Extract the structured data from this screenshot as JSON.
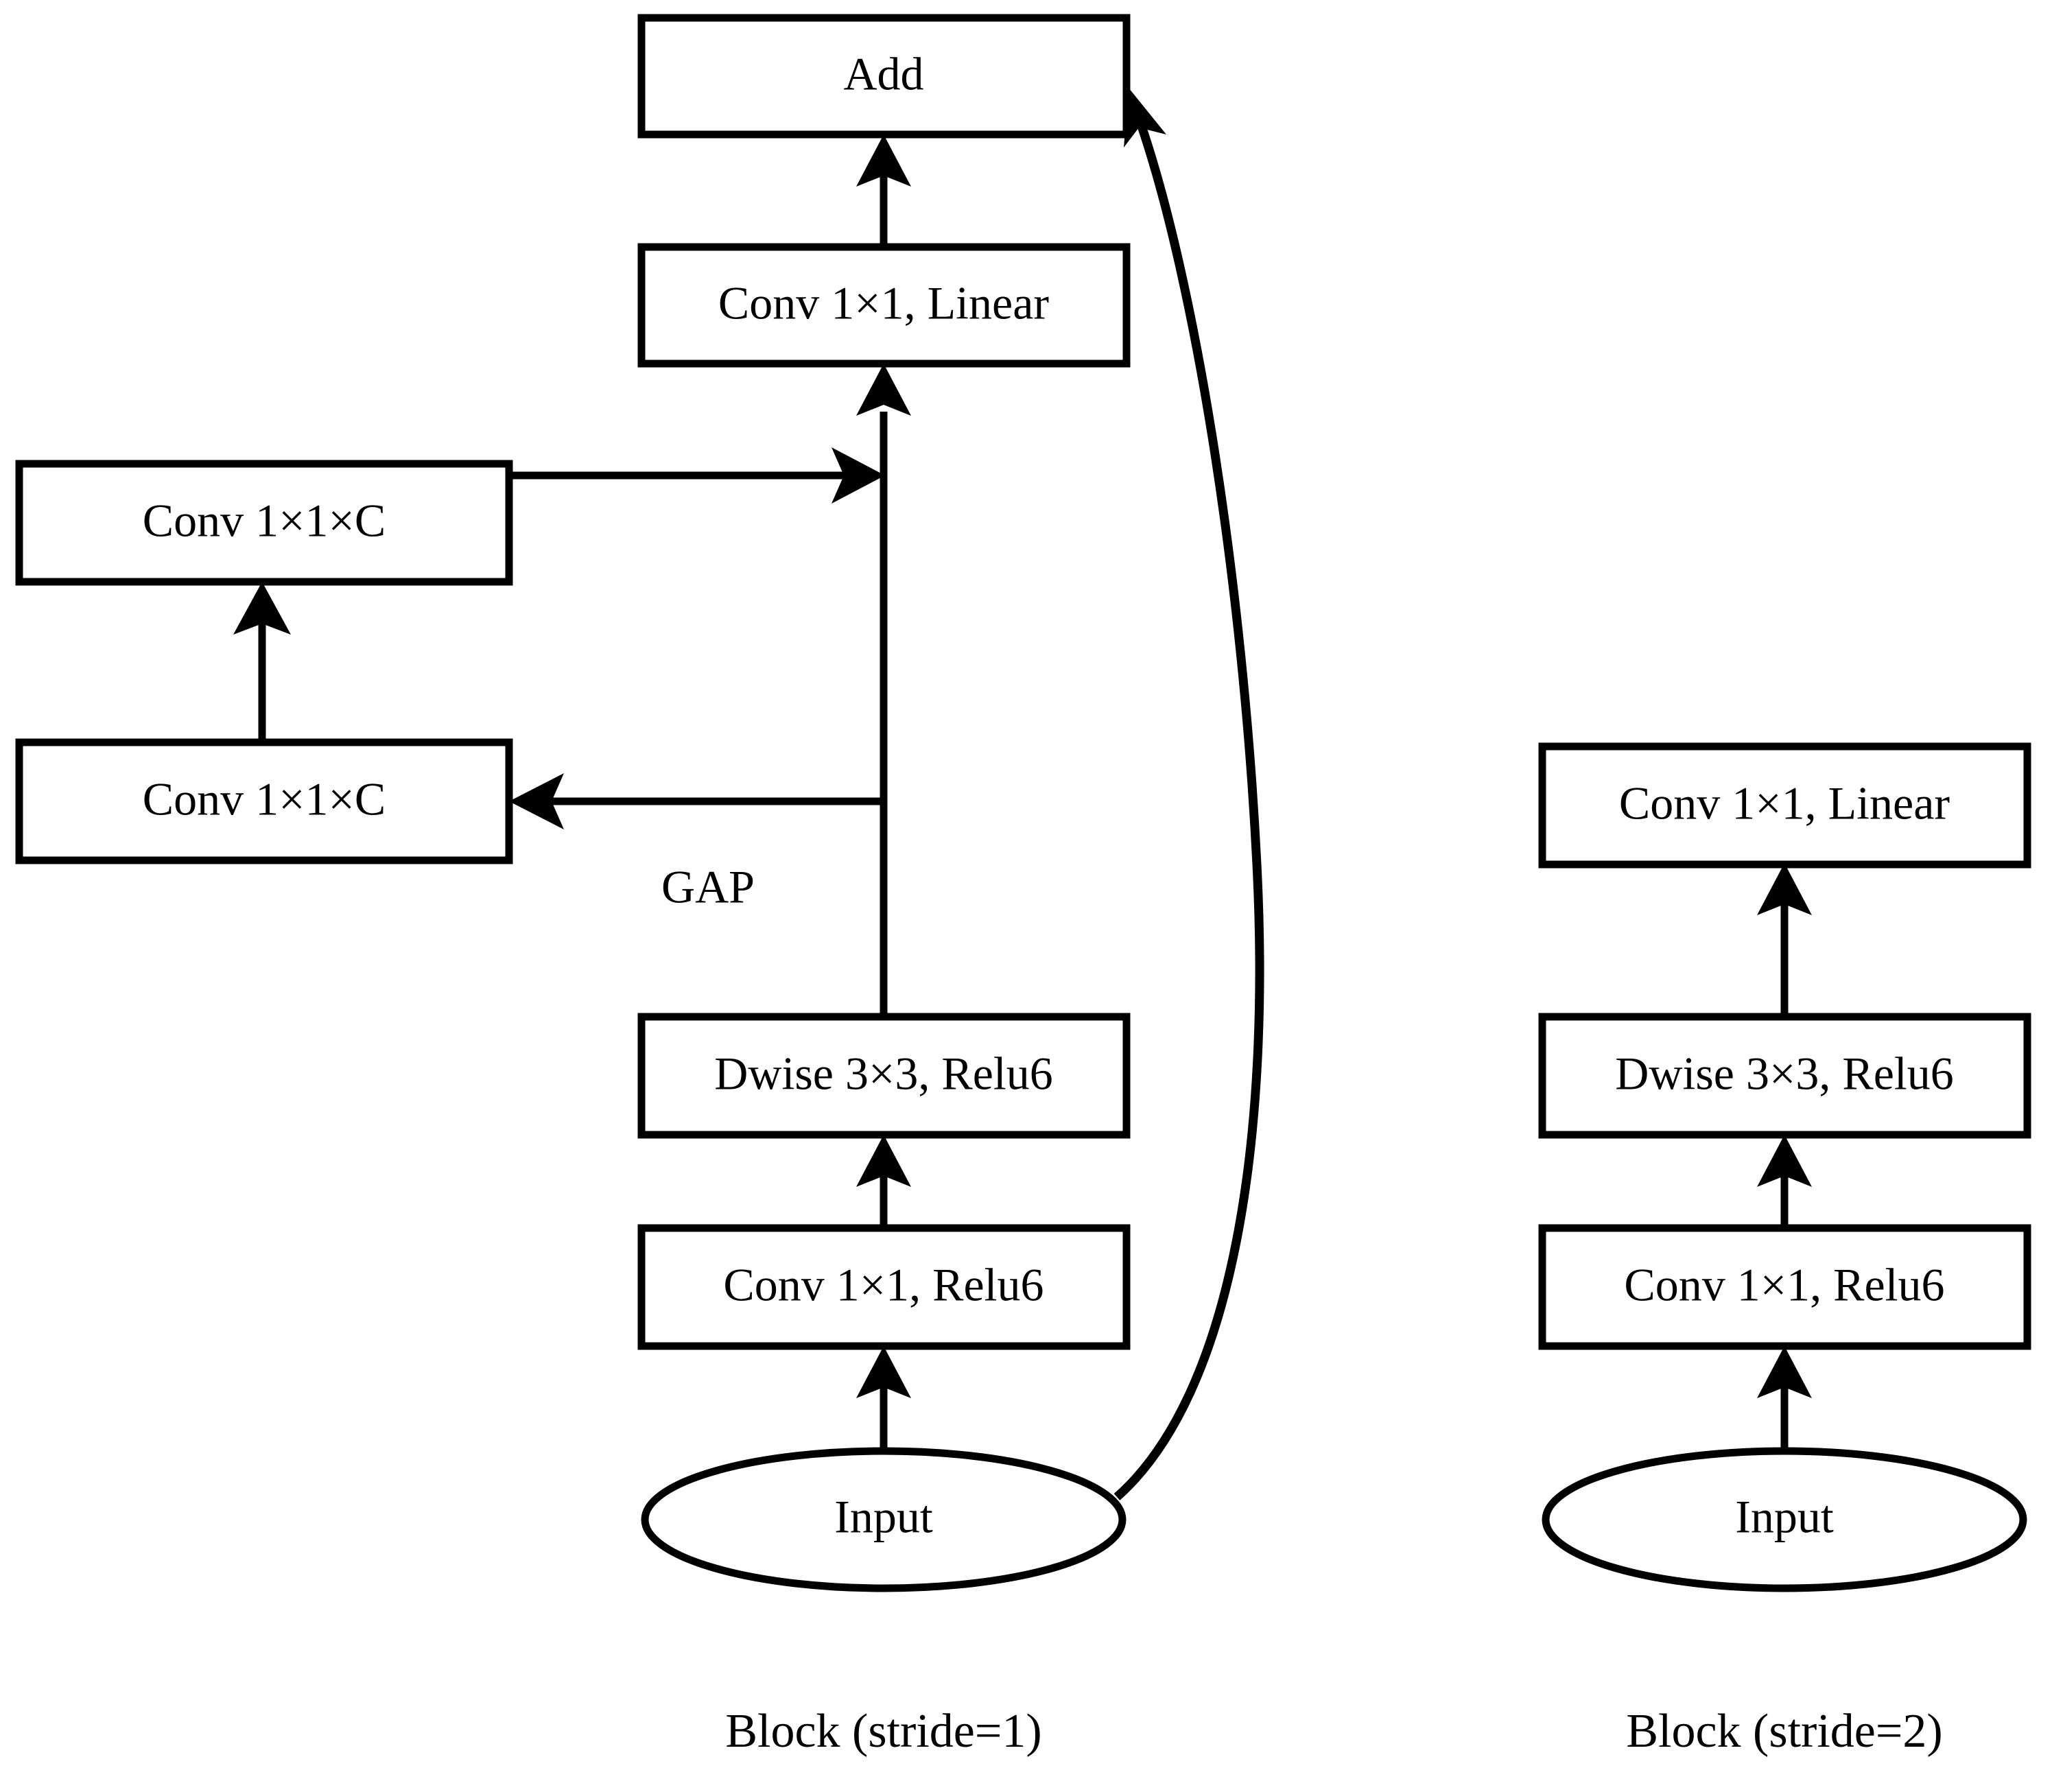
{
  "diagram": {
    "title_caption_left": "Block (stride=1)",
    "title_caption_right": "Block (stride=2)",
    "aux_labels": {
      "gap": "GAP"
    },
    "left_block": {
      "caption": "Block (stride=1)",
      "nodes": [
        {
          "id": "add",
          "label": "Add",
          "shape": "rect"
        },
        {
          "id": "conv1x1_linear",
          "label": "Conv 1×1, Linear",
          "shape": "rect"
        },
        {
          "id": "se_conv_top",
          "label": "Conv 1×1×C",
          "shape": "rect"
        },
        {
          "id": "se_conv_bottom",
          "label": "Conv 1×1×C",
          "shape": "rect"
        },
        {
          "id": "dwise",
          "label": "Dwise 3×3, Relu6",
          "shape": "rect"
        },
        {
          "id": "conv1x1_relu6",
          "label": "Conv 1×1, Relu6",
          "shape": "rect"
        },
        {
          "id": "input",
          "label": "Input",
          "shape": "ellipse"
        }
      ],
      "edges": [
        {
          "from": "conv1x1_linear",
          "to": "add",
          "style": "straight-arrow"
        },
        {
          "from": "dwise",
          "to": "conv1x1_linear",
          "style": "straight-arrow"
        },
        {
          "from": "conv1x1_relu6",
          "to": "dwise",
          "style": "straight-arrow"
        },
        {
          "from": "input",
          "to": "conv1x1_relu6",
          "style": "straight-arrow"
        },
        {
          "from": "trunk",
          "to": "se_conv_bottom",
          "style": "branch-left-arrow",
          "label": "GAP"
        },
        {
          "from": "se_conv_bottom",
          "to": "se_conv_top",
          "style": "straight-arrow"
        },
        {
          "from": "se_conv_top",
          "to": "trunk",
          "style": "merge-right-arrow"
        },
        {
          "from": "input",
          "to": "add",
          "style": "curved-skip-arrow"
        }
      ]
    },
    "right_block": {
      "caption": "Block (stride=2)",
      "nodes": [
        {
          "id": "conv1x1_linear",
          "label": "Conv 1×1, Linear",
          "shape": "rect"
        },
        {
          "id": "dwise",
          "label": "Dwise 3×3, Relu6",
          "shape": "rect"
        },
        {
          "id": "conv1x1_relu6",
          "label": "Conv 1×1, Relu6",
          "shape": "rect"
        },
        {
          "id": "input",
          "label": "Input",
          "shape": "ellipse"
        }
      ],
      "edges": [
        {
          "from": "dwise",
          "to": "conv1x1_linear",
          "style": "straight-arrow"
        },
        {
          "from": "conv1x1_relu6",
          "to": "dwise",
          "style": "straight-arrow"
        },
        {
          "from": "input",
          "to": "conv1x1_relu6",
          "style": "straight-arrow"
        }
      ]
    },
    "colors": {
      "stroke": "#000000",
      "fill": "#ffffff",
      "text": "#000000"
    }
  }
}
